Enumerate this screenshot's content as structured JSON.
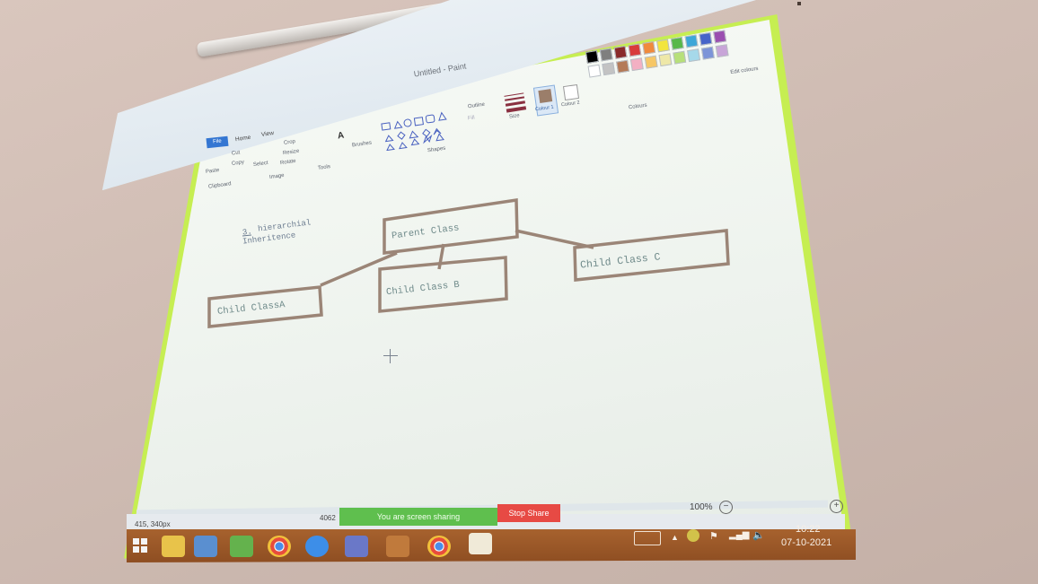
{
  "window": {
    "title": "Untitled - Paint"
  },
  "ribbon": {
    "tabs": [
      "File",
      "Home",
      "View"
    ],
    "clipboard": {
      "paste": "Paste",
      "cut": "Cut",
      "copy": "Copy",
      "group": "Clipboard"
    },
    "image": {
      "select": "Select",
      "crop": "Crop",
      "resize": "Resize",
      "rotate": "Rotate",
      "group": "Image"
    },
    "tools": {
      "group": "Tools",
      "text_tool": "A"
    },
    "brushes": "Brushes",
    "shapes": {
      "outline": "Outline",
      "fill": "Fill",
      "group": "Shapes"
    },
    "size": "Size",
    "colour1": "Colour 1",
    "colour2": "Colour 2",
    "colours_group": "Colours",
    "edit_colours": "Edit colours",
    "palette": [
      [
        "#000000",
        "#7f7f7f",
        "#8a2a2a",
        "#d83b3b",
        "#f08a3c",
        "#f2e53e",
        "#58b84a",
        "#3ea7d8",
        "#4664c9",
        "#9b4fb0"
      ],
      [
        "#ffffff",
        "#c3c3c3",
        "#b47a57",
        "#f3b0c3",
        "#f6c766",
        "#eee8a8",
        "#b7e07a",
        "#a6d9ea",
        "#7c94d8",
        "#c8a5d8"
      ]
    ]
  },
  "canvas": {
    "heading_number": "3.",
    "heading_line1": "hierarchial",
    "heading_line2": "Inheritence",
    "parent_class": "Parent Class",
    "child_a": "Child ClassA",
    "child_b": "Child Class B",
    "child_c": "Child Class C",
    "stroke_color": "#9b8577"
  },
  "statusbar": {
    "coords": "415, 340px",
    "size_prefix": "4062",
    "zoom": "100%"
  },
  "screen_share": {
    "message": "You are screen sharing",
    "stop": "Stop Share"
  },
  "taskbar": {
    "time": "10:22",
    "date": "07-10-2021"
  }
}
